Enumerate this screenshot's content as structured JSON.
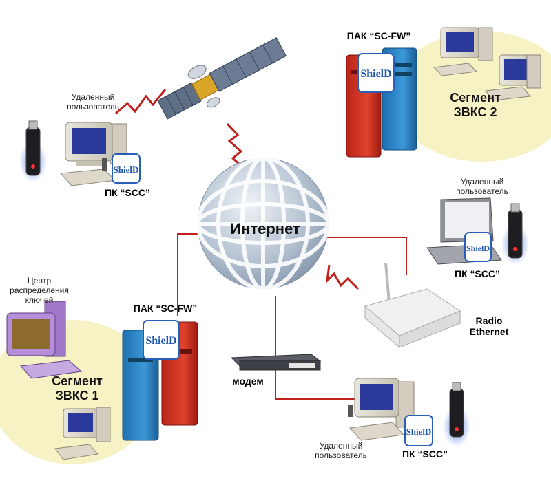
{
  "labels": {
    "internet": "Интернет",
    "remote_user": "Удаленный\nпользователь",
    "pk_scc": "ПК “SCC”",
    "pak_scfw": "ПАК “SC-FW”",
    "segment1": "Сегмент\nЗВКС 1",
    "segment2": "Сегмент\nЗВКС 2",
    "key_center": "Центр\nраспределения\nключей",
    "radio_ethernet": "Radio\nEthernet",
    "modem": "модем",
    "shield_logo": "ShielD"
  },
  "colors": {
    "link": "#c0201a",
    "segment_fill": "#f6f2c4",
    "globe": "#a9b9cc",
    "server_blue": "#2f86c6",
    "server_red": "#d2301f"
  }
}
